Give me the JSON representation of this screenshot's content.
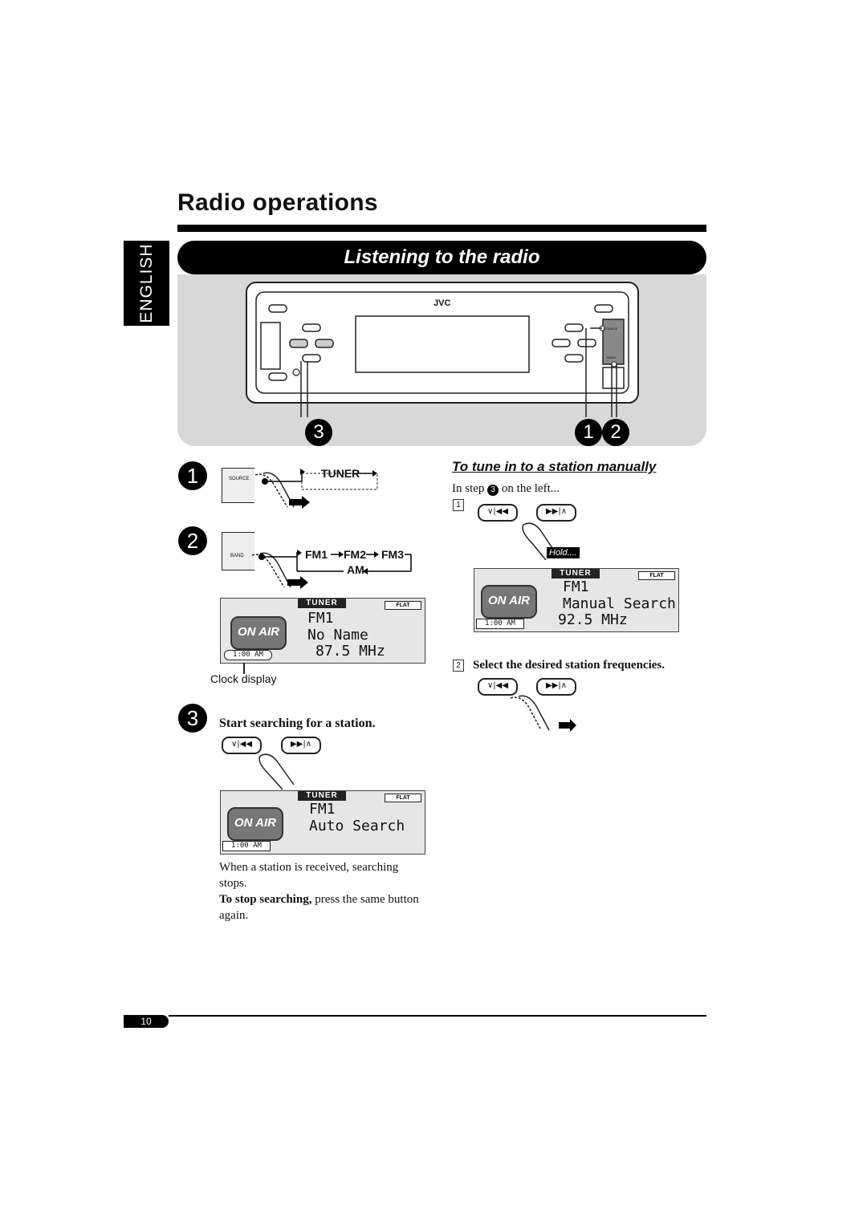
{
  "header": {
    "title": "Radio operations",
    "language_tab": "ENGLISH",
    "section": "Listening to the radio"
  },
  "device": {
    "brand": "JVC",
    "source_label": "SOURCE",
    "band_label": "BAND"
  },
  "callouts": {
    "left": "3",
    "right_1": "1",
    "right_2": "2"
  },
  "steps": {
    "step1": {
      "num": "1",
      "button": "SOURCE",
      "result": "TUNER"
    },
    "step2": {
      "num": "2",
      "button": "BAND",
      "seq_top": [
        "FM1",
        "FM2",
        "FM3"
      ],
      "seq_bottom": "AM"
    },
    "step3": {
      "num": "3",
      "text": "Start searching for a station."
    }
  },
  "lcd_main": {
    "tuner": "TUNER",
    "flat": "FLAT",
    "onair": "ON AIR",
    "band": "FM1",
    "name": "No Name",
    "freq": "87.5 MHz",
    "clock": "1:00 AM"
  },
  "clock_caption": "Clock display",
  "lcd_auto": {
    "tuner": "TUNER",
    "flat": "FLAT",
    "onair": "ON AIR",
    "band": "FM1",
    "status": "Auto Search",
    "clock": "1:00 AM"
  },
  "notes": {
    "received": "When a station is received, searching stops.",
    "stop_bold": "To stop searching,",
    "stop_rest": " press the same button again."
  },
  "manual": {
    "heading": "To tune in to a station manually",
    "in_step_pre": "In step",
    "in_step_num": "3",
    "in_step_post": "on the left...",
    "sub1": "1",
    "hold": "Hold....",
    "sub2": "2",
    "sub2_text": "Select the desired station frequencies."
  },
  "lcd_manual": {
    "tuner": "TUNER",
    "flat": "FLAT",
    "onair": "ON AIR",
    "band": "FM1",
    "status": "Manual Search",
    "freq": "92.5 MHz",
    "clock": "1:00 AM"
  },
  "buttons": {
    "prev": "∨|◀◀",
    "next": "▶▶|∧"
  },
  "page_number": "10"
}
